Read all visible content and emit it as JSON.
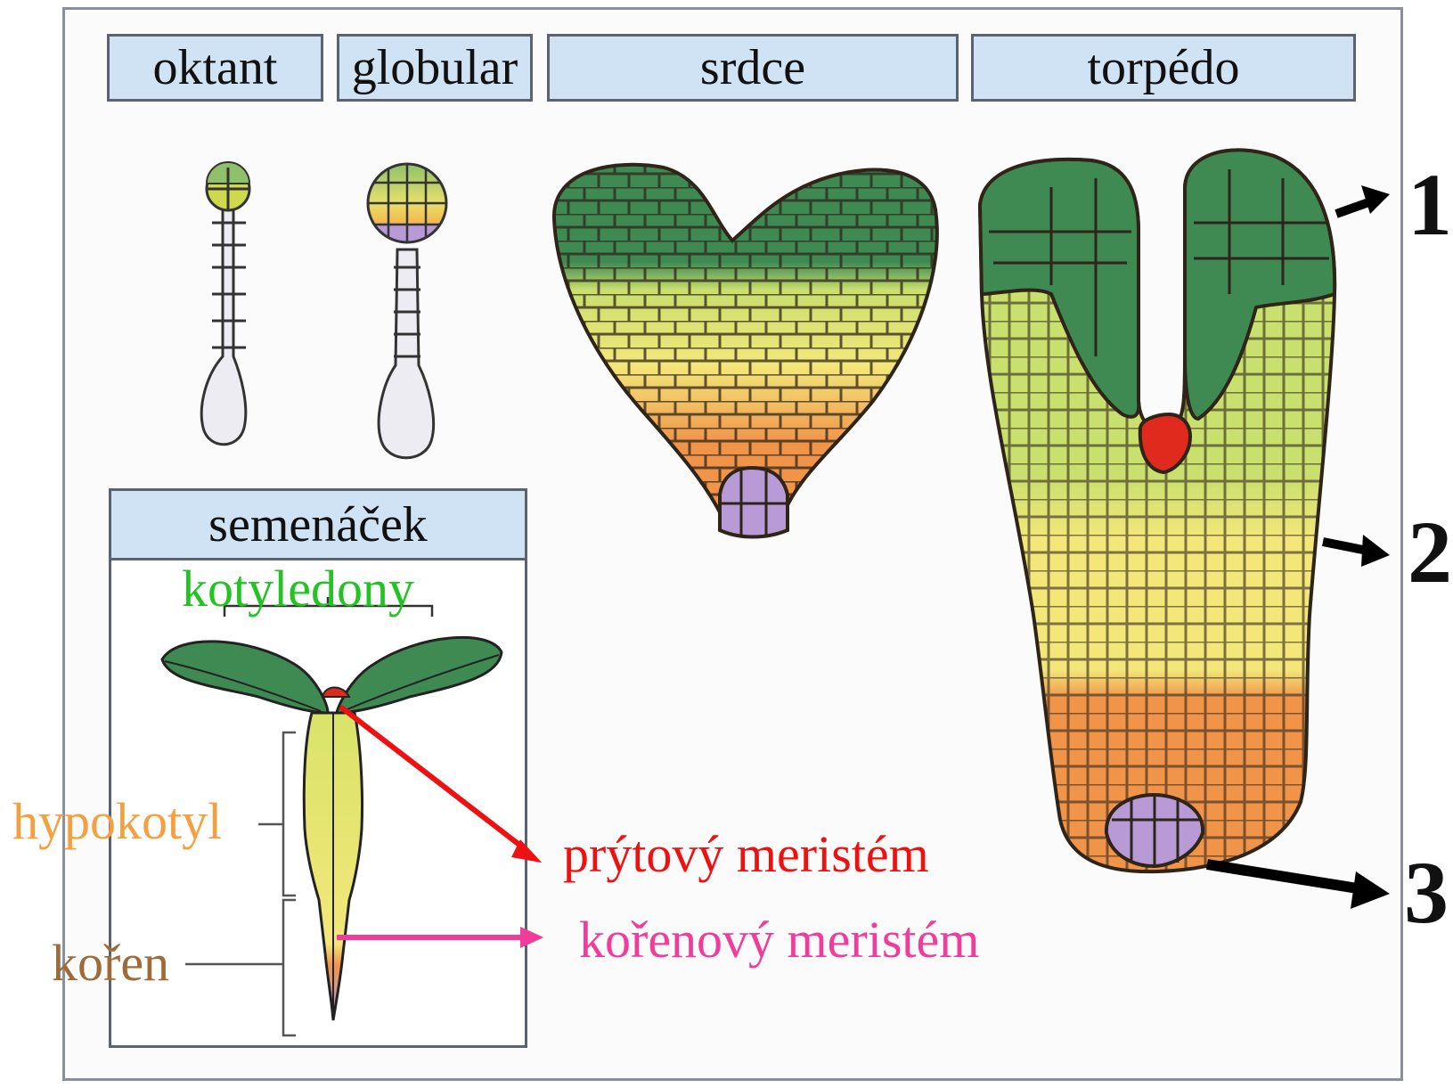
{
  "stages": {
    "oktant": "oktant",
    "globular": "globular",
    "srdce": "srdce",
    "torpedo": "torpédo"
  },
  "inset": {
    "title": "semenáček",
    "cotyledons": "kotyledony",
    "hypocotyl": "hypokotyl",
    "root": "kořen"
  },
  "meristems": {
    "shoot": "prýtový meristém",
    "root": "kořenový meristém"
  },
  "markers": [
    "1",
    "2",
    "3"
  ],
  "colors": {
    "header_fill": "#cfe3f4",
    "dark_green": "#3f8a52",
    "light_green": "#c9df6e",
    "yellow": "#f3e77a",
    "orange": "#f0944a",
    "purple": "#b79ad6",
    "red": "#e02a1e",
    "kotyledony_text": "#22c422",
    "hypokotyl_text": "#f5a040",
    "koren_text": "#a06a38",
    "shoot_meristem_text": "#ee1111",
    "root_meristem_text": "#f03c9a"
  }
}
